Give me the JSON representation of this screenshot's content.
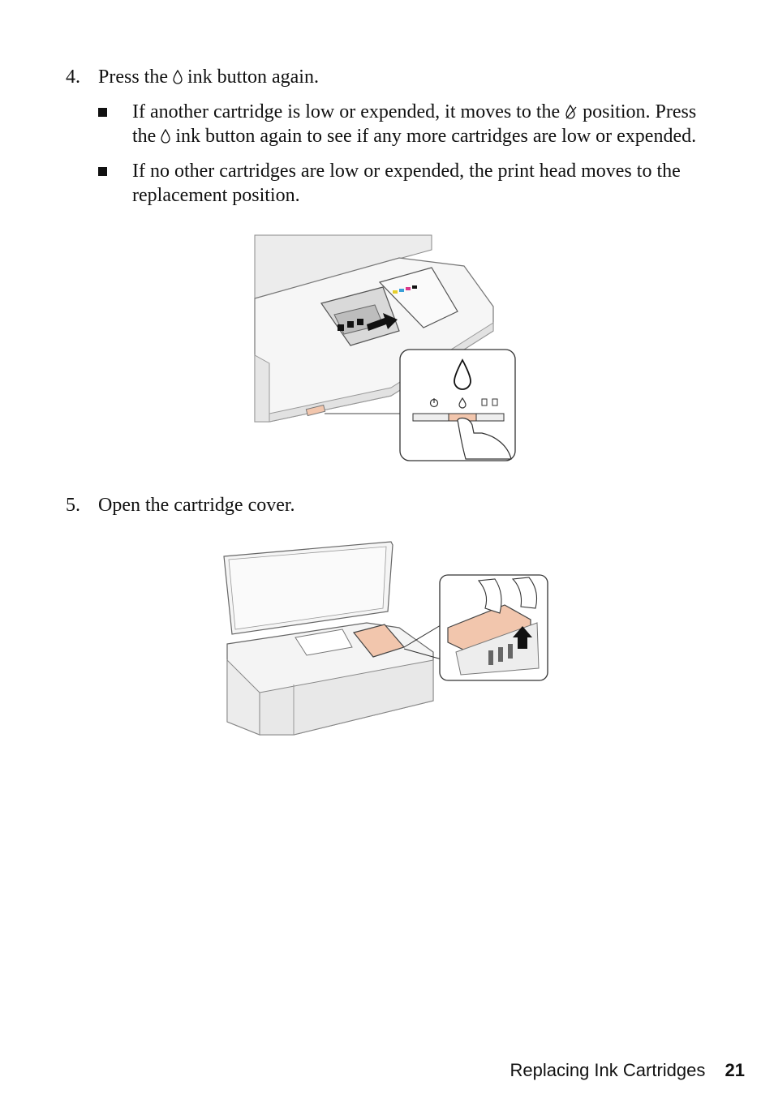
{
  "steps": [
    {
      "number": "4.",
      "pre": "Press the",
      "icon": "ink-drop-icon",
      "post": "ink button again.",
      "bullets": [
        {
          "line1_pre": "If another cartridge is low or expended, it moves to the",
          "line1_icon": "ink-replace-icon",
          "line1_post": "position. Press",
          "line2_pre": "the",
          "line2_icon": "ink-drop-icon",
          "line2_post": "ink button again to see if any more cartridges are low or expended."
        },
        {
          "line1": "If no other cartridges are low or expended, the print head moves to the",
          "line2": "replacement position."
        }
      ]
    },
    {
      "number": "5.",
      "text": "Open the cartridge cover."
    }
  ],
  "figures": {
    "fig1": "printer-ink-button-illustration",
    "fig2": "printer-open-cartridge-cover-illustration"
  },
  "footer": {
    "section_title": "Replacing Ink Cartridges",
    "page_number": "21"
  },
  "colors": {
    "highlight": "#f2c6ad",
    "line": "#444444",
    "printer_body": "#f3f3f3"
  }
}
